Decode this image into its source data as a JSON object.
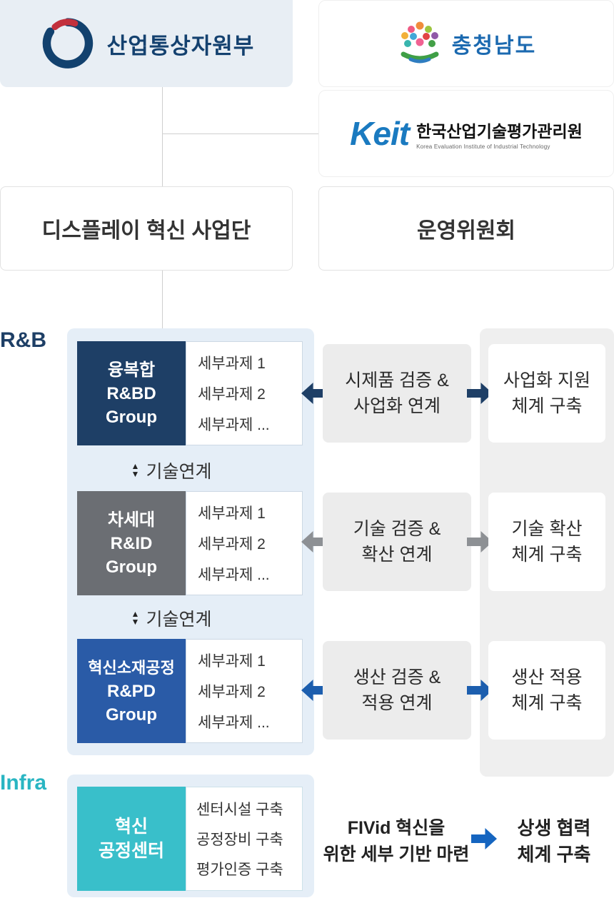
{
  "header": {
    "ministry": {
      "label": "산업통상자원부"
    },
    "province": {
      "label": "충청남도"
    },
    "keit": {
      "brand": "Keit",
      "label": "한국산업기술평가관리원",
      "sub": "Korea Evaluation Institute of Industrial Technology"
    },
    "display_group": {
      "label": "디스플레이 혁신 사업단"
    },
    "committee": {
      "label": "운영위원회"
    }
  },
  "rnb": {
    "section_label": "R&B",
    "section_color": "#1e3f66",
    "link_label": "기술연계",
    "rows": [
      {
        "group": {
          "line1": "융복합",
          "line2": "R&BD",
          "line3": "Group",
          "color": "#1e3f66"
        },
        "tasks": [
          "세부과제 1",
          "세부과제 2",
          "세부과제 ..."
        ],
        "middle": {
          "line1": "시제품 검증 &",
          "line2": "사업화 연계"
        },
        "right": {
          "line1": "사업화 지원",
          "line2": "체계 구축"
        },
        "arrow_color": "#1e3f66"
      },
      {
        "group": {
          "line1": "차세대",
          "line2": "R&ID",
          "line3": "Group",
          "color": "#6b6e73"
        },
        "tasks": [
          "세부과제 1",
          "세부과제 2",
          "세부과제 ..."
        ],
        "middle": {
          "line1": "기술 검증 &",
          "line2": "확산 연계"
        },
        "right": {
          "line1": "기술 확산",
          "line2": "체계 구축"
        },
        "arrow_color": "#8d9094"
      },
      {
        "group": {
          "line1": "혁신소재공정",
          "line2": "R&PD",
          "line3": "Group",
          "color": "#2a5ba7"
        },
        "tasks": [
          "세부과제 1",
          "세부과제 2",
          "세부과제 ..."
        ],
        "middle": {
          "line1": "생산 검증 &",
          "line2": "적용 연계"
        },
        "right": {
          "line1": "생산 적용",
          "line2": "체계 구축"
        },
        "arrow_color": "#1c5eae"
      }
    ]
  },
  "infra": {
    "section_label": "Infra",
    "section_color": "#29b5c2",
    "center": {
      "line1": "혁신",
      "line2": "공정센터",
      "color": "#39bfca"
    },
    "tasks": [
      "센터시설 구축",
      "공정장비 구축",
      "평가인증 구축"
    ],
    "note": {
      "line1": "FIVid 혁신을",
      "line2": "위한 세부 기반 마련"
    },
    "arrow_color": "#1565c0",
    "right": {
      "line1": "상생 협력",
      "line2": "체계 구축"
    }
  }
}
